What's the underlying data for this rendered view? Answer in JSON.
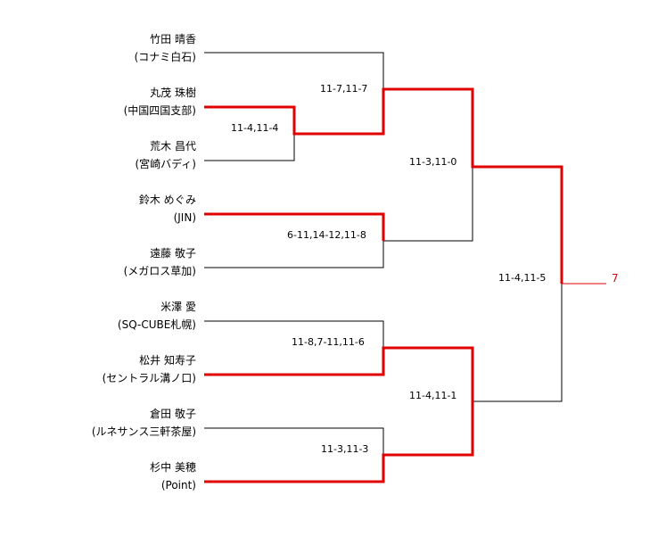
{
  "players": [
    {
      "name": "竹田 晴香",
      "club": "(コナミ白石)"
    },
    {
      "name": "丸茂 珠樹",
      "club": "(中国四国支部)"
    },
    {
      "name": "荒木 昌代",
      "club": "(宮崎バディ)"
    },
    {
      "name": "鈴木 めぐみ",
      "club": "(JIN)"
    },
    {
      "name": "遠藤 敬子",
      "club": "(メガロス草加)"
    },
    {
      "name": "米澤 愛",
      "club": "(SQ-CUBE札幌)"
    },
    {
      "name": "松井 知寿子",
      "club": "(セントラル溝ノ口)"
    },
    {
      "name": "倉田 敬子",
      "club": "(ルネサンス三軒茶屋)"
    },
    {
      "name": "杉中 美穂",
      "club": "(Point)"
    }
  ],
  "scores": {
    "r1_m1": "11-4,11-4",
    "r2_m1": "11-7,11-7",
    "r2_m2": "6-11,14-12,11-8",
    "r2_m3": "11-8,7-11,11-6",
    "r2_m4": "11-3,11-3",
    "r3_m1": "11-3,11-0",
    "r3_m2": "11-4,11-1",
    "final": "11-4,11-5"
  },
  "result": "7",
  "colors": {
    "winner": "#e00000",
    "line": "#000000"
  }
}
